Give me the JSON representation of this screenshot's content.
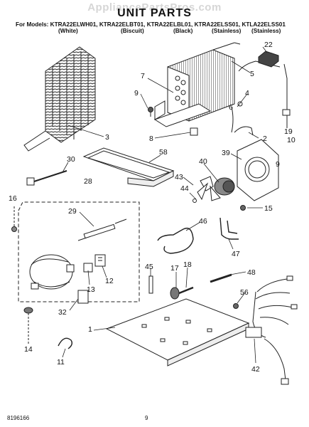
{
  "header": {
    "watermark": "AppliancePartsPros.com",
    "title": "UNIT PARTS",
    "models_line": "For Models: KTRA22ELWH01, KTRA22ELBT01, KTRA22ELBL01, KTRA22ELSS01, KTLA22ELSS01",
    "colors": [
      "(White)",
      "(Biscuit)",
      "(Black)",
      "(Stainless)",
      "(Stainless)"
    ]
  },
  "callouts": [
    "22",
    "7",
    "5",
    "9",
    "4",
    "6",
    "8",
    "3",
    "2",
    "19",
    "10",
    "30",
    "58",
    "39",
    "40",
    "43",
    "44",
    "9",
    "28",
    "16",
    "15",
    "29",
    "46",
    "47",
    "13",
    "12",
    "45",
    "17",
    "18",
    "48",
    "32",
    "56",
    "1",
    "14",
    "11",
    "42"
  ],
  "footer": {
    "left": "8196166",
    "page": "9"
  }
}
